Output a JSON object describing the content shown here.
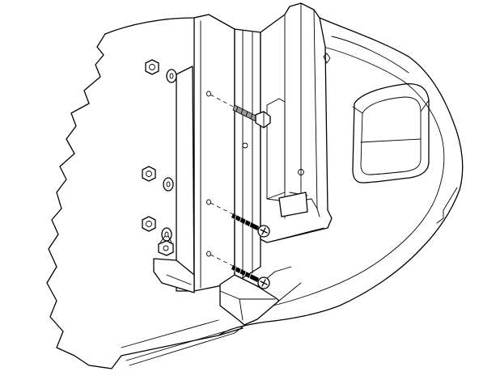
{
  "figure": {
    "kind": "assembly-line-drawing",
    "stroke_color": "#000000",
    "background_color": "#ffffff",
    "parts": [
      "base-housing",
      "vertical-mounting-bracket",
      "rail-channel",
      "recessed-handle",
      "machine-screws",
      "hex-bolt",
      "washers",
      "hex-nuts"
    ]
  }
}
